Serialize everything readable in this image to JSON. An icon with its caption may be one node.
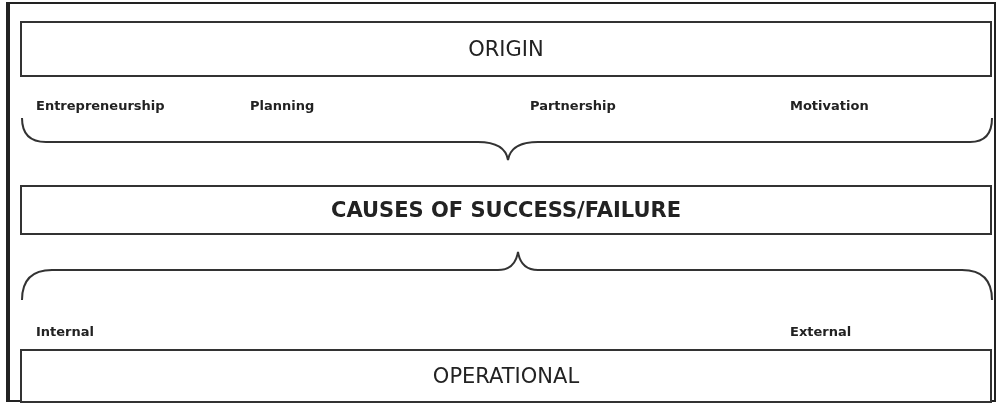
{
  "diagram": {
    "nodes": [
      {
        "text": [
          "ORIGIN"
        ]
      },
      {
        "text": [
          "CAUSES OF SUCCESS/FAILURE"
        ]
      },
      {
        "text": [
          "OPERATIONAL"
        ]
      }
    ],
    "labels": [
      "Entrepreneurship",
      "Planning",
      "Partnership",
      "Motivation",
      "Internal",
      "External"
    ]
  }
}
